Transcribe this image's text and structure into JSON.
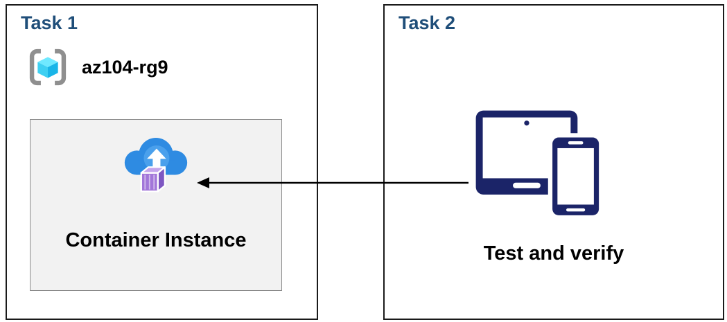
{
  "task1": {
    "title": "Task 1",
    "resource_group": {
      "name": "az104-rg9",
      "icon": "resource-group-icon"
    },
    "container": {
      "label": "Container Instance",
      "icon": "container-instance-icon"
    }
  },
  "task2": {
    "title": "Task 2",
    "devices": {
      "label": "Test and verify",
      "icon": "devices-icon"
    }
  },
  "arrow": {
    "from": "devices-icon",
    "to": "container-instance-icon",
    "direction": "right-to-left"
  },
  "colors": {
    "title_blue": "#1f4e79",
    "label_black": "#000000",
    "panel_border": "#1a1a1a",
    "inner_box_bg": "#f2f2f2",
    "inner_box_border": "#8a8a8a",
    "devices_navy": "#1b2468",
    "cloud_blue": "#2e8be2",
    "cloud_badge_blue": "#4aa0ec",
    "cube_purple": "#a276d9",
    "cube_purple_dark": "#7e57c2",
    "cube_purple_light": "#c4a4ec",
    "rg_gray": "#8f8f8f",
    "rg_cyan_top": "#6fe9ff",
    "rg_cyan_left": "#3ed0f2",
    "rg_cyan_right": "#19b5e8",
    "arrow_black": "#000000"
  }
}
